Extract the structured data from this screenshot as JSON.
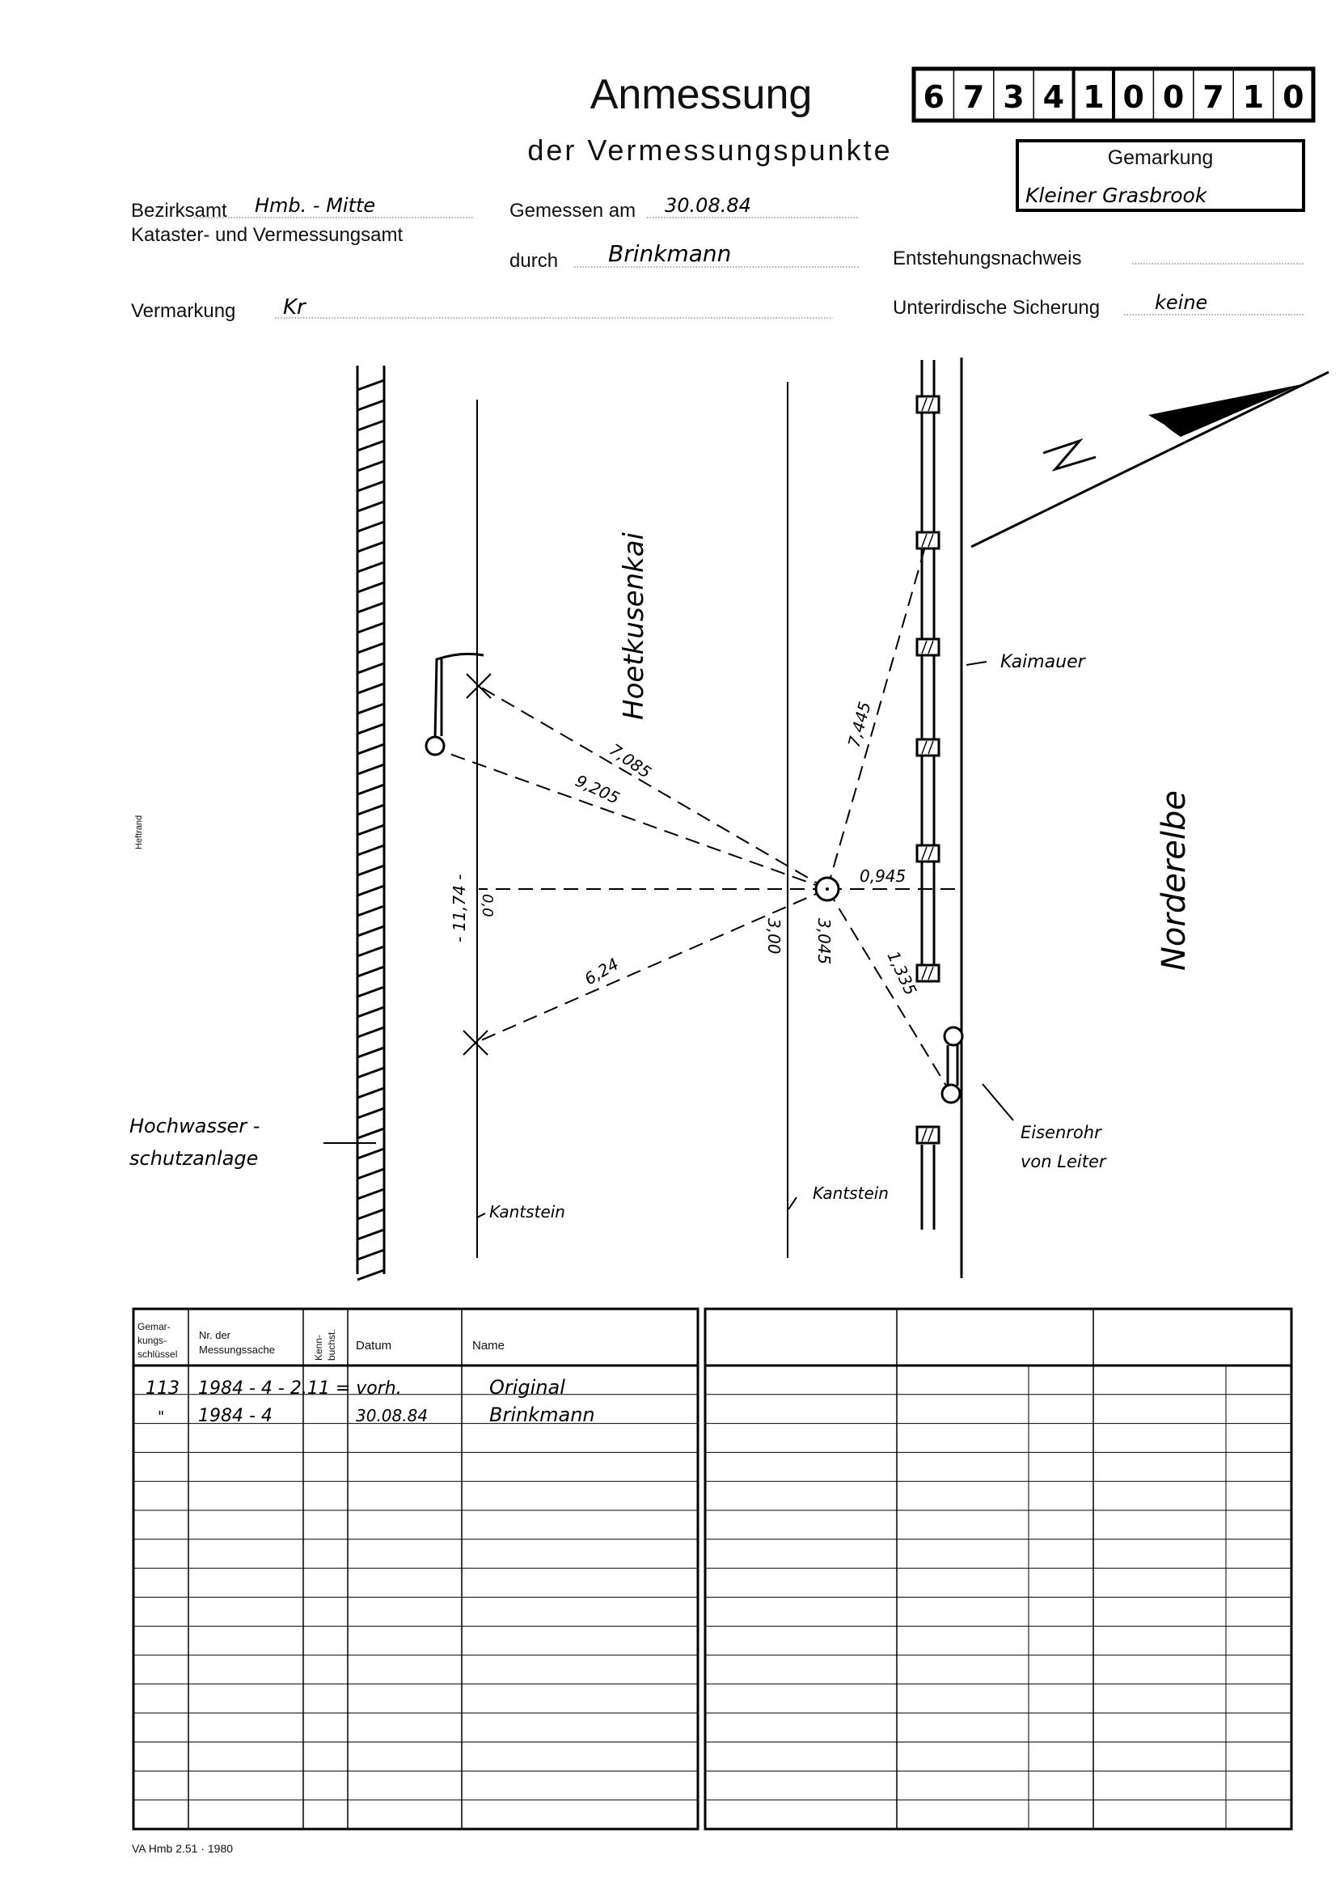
{
  "header": {
    "title": "Anmessung",
    "subtitle": "der Vermessungspunkte",
    "number_digits": [
      "6",
      "7",
      "3",
      "4",
      "1",
      "0",
      "0",
      "7",
      "1",
      "0"
    ],
    "gemarkung_label": "Gemarkung",
    "gemarkung_value": "Kleiner Grasbrook"
  },
  "fields": {
    "bezirksamt_label": "Bezirksamt",
    "bezirksamt_value": "Hmb. - Mitte",
    "amt_line": "Kataster- und Vermessungsamt",
    "gemessen_label": "Gemessen am",
    "gemessen_value": "30.08.84",
    "durch_label": "durch",
    "durch_value": "Brinkmann",
    "entstehung_label": "Entstehungsnachweis",
    "vermarkung_label": "Vermarkung",
    "vermarkung_value": "Kr",
    "sicherung_label": "Unterirdische Sicherung",
    "sicherung_value": "keine"
  },
  "sketch": {
    "street": "Hoetkusenkai",
    "river": "Norderelbe",
    "kaimauer": "Kaimauer",
    "kantstein": "Kantstein",
    "hochwasser_1": "Hochwasser -",
    "hochwasser_2": "schutzanlage",
    "eisenrohr_1": "Eisenrohr",
    "eisenrohr_2": "von Leiter",
    "measures": {
      "m7085": "7,085",
      "m9205": "9,205",
      "m7445": "7,445",
      "m0945": "0,945",
      "m624": "6,24",
      "m1335": "1,335",
      "m300": "3,00",
      "m3045": "3,045",
      "m00": "0,0",
      "m1174": "- 11,74 -"
    },
    "heftrand": "Heftrand"
  },
  "table": {
    "headers": {
      "schluessel_1": "Gemar-",
      "schluessel_2": "kungs-",
      "schluessel_3": "schlüssel",
      "nr_1": "Nr. der",
      "nr_2": "Messungssache",
      "kenn_1": "Kenn-",
      "kenn_2": "buchst.",
      "datum": "Datum",
      "name": "Name"
    },
    "rows": [
      {
        "schluessel": "113",
        "nr": "1984 - 4 - 2.11 = vorh.",
        "datum": "",
        "name": "Original"
      },
      {
        "schluessel": "\"",
        "nr": "1984 - 4",
        "datum": "30.08.84",
        "name": "Brinkmann"
      }
    ]
  },
  "footer": "VA Hmb 2.51 · 1980"
}
